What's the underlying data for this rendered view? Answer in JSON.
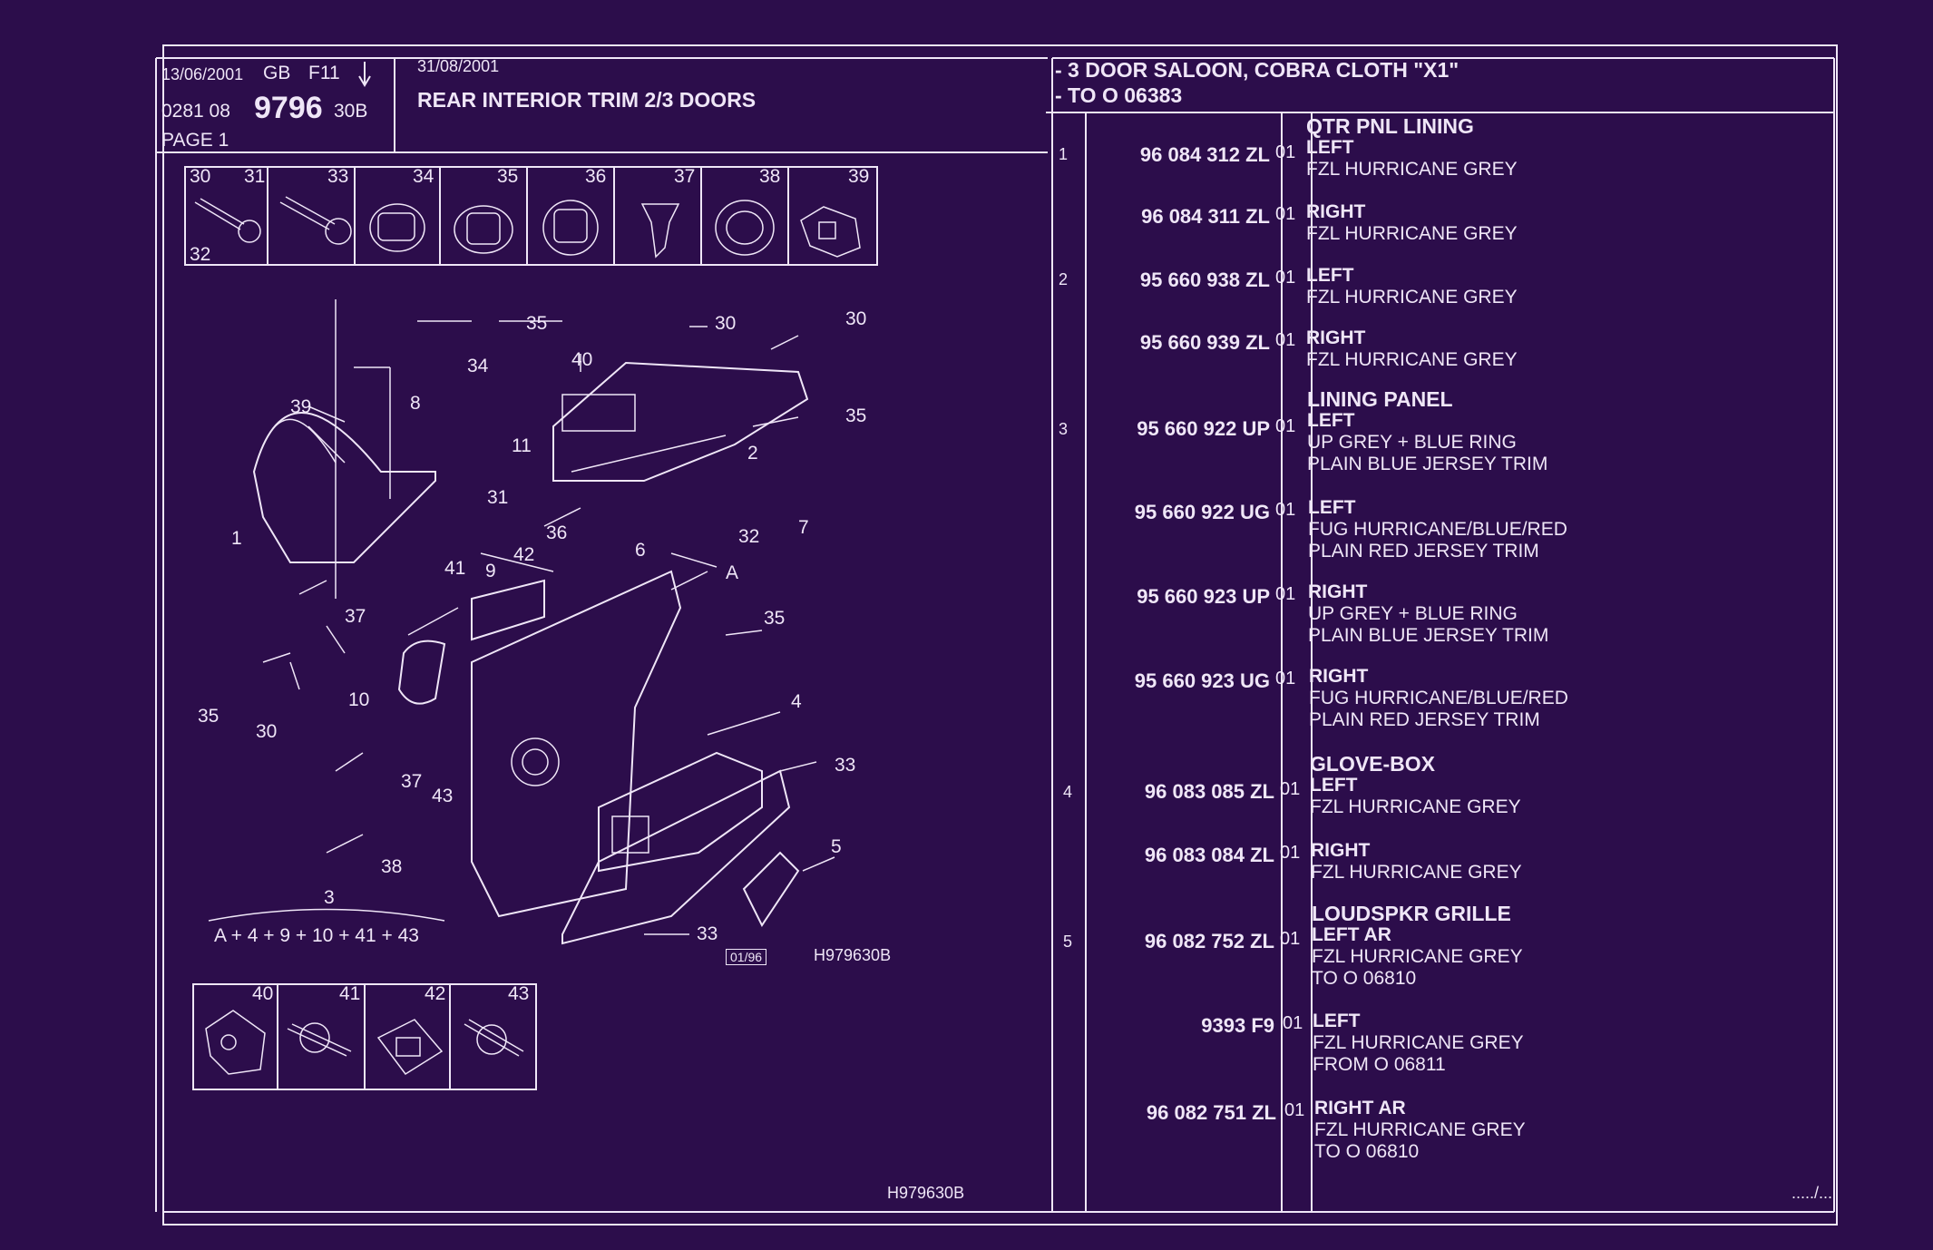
{
  "header": {
    "date1": "13/06/2001",
    "lang": "GB",
    "code": "F11",
    "arrow": "↓",
    "ref_prefix": "0281 08",
    "ref_main": "9796",
    "ref_suffix": "30B",
    "page": "PAGE  1",
    "date2": "31/08/2001",
    "title": "REAR INTERIOR TRIM 2/3 DOORS",
    "model_line1": "- 3 DOOR SALOON, COBRA CLOTH \"X1\"",
    "model_line2": "- TO  O   06383"
  },
  "fastener_top": {
    "items": [
      "30",
      "31",
      "33",
      "34",
      "35",
      "36",
      "37",
      "38",
      "39"
    ],
    "sub_label": "32"
  },
  "fastener_bottom": {
    "items": [
      "40",
      "41",
      "42",
      "43"
    ]
  },
  "diagram": {
    "labels": [
      "35",
      "30",
      "30",
      "40",
      "34",
      "8",
      "39",
      "11",
      "2",
      "35",
      "31",
      "36",
      "6",
      "32",
      "7",
      "1",
      "42",
      "9",
      "A",
      "41",
      "37",
      "35",
      "10",
      "4",
      "35",
      "30",
      "37",
      "43",
      "33",
      "5",
      "38",
      "33",
      "3"
    ],
    "formula": "A + 4 + 9 + 10 + 41 + 43",
    "stamp": "01/96",
    "ref": "H979630B",
    "footer_ref": "H979630B"
  },
  "parts": [
    {
      "idx": "1",
      "pn": "96 084 312 ZL",
      "qty": "01",
      "heading": "QTR PNL LINING",
      "side": "LEFT",
      "lines": [
        "FZL HURRICANE GREY"
      ]
    },
    {
      "idx": "",
      "pn": "96 084 311 ZL",
      "qty": "01",
      "heading": "",
      "side": "RIGHT",
      "lines": [
        "FZL HURRICANE GREY"
      ]
    },
    {
      "idx": "2",
      "pn": "95 660 938 ZL",
      "qty": "01",
      "heading": "",
      "side": "LEFT",
      "lines": [
        "FZL HURRICANE GREY"
      ]
    },
    {
      "idx": "",
      "pn": "95 660 939 ZL",
      "qty": "01",
      "heading": "",
      "side": "RIGHT",
      "lines": [
        "FZL HURRICANE GREY"
      ]
    },
    {
      "idx": "3",
      "pn": "95 660 922 UP",
      "qty": "01",
      "heading": "LINING PANEL",
      "side": "LEFT",
      "lines": [
        "UP GREY  +  BLUE RING",
        "PLAIN BLUE JERSEY TRIM"
      ]
    },
    {
      "idx": "",
      "pn": "95 660 922 UG",
      "qty": "01",
      "heading": "",
      "side": "LEFT",
      "lines": [
        "FUG HURRICANE/BLUE/RED",
        "PLAIN RED JERSEY TRIM"
      ]
    },
    {
      "idx": "",
      "pn": "95 660 923 UP",
      "qty": "01",
      "heading": "",
      "side": "RIGHT",
      "lines": [
        "UP GREY  +  BLUE RING",
        "PLAIN BLUE JERSEY TRIM"
      ]
    },
    {
      "idx": "",
      "pn": "95 660 923 UG",
      "qty": "01",
      "heading": "",
      "side": "RIGHT",
      "lines": [
        "FUG HURRICANE/BLUE/RED",
        "PLAIN RED JERSEY TRIM"
      ]
    },
    {
      "idx": "4",
      "pn": "96 083 085 ZL",
      "qty": "01",
      "heading": "GLOVE-BOX",
      "side": "LEFT",
      "lines": [
        "FZL HURRICANE GREY"
      ]
    },
    {
      "idx": "",
      "pn": "96 083 084 ZL",
      "qty": "01",
      "heading": "",
      "side": "RIGHT",
      "lines": [
        "FZL HURRICANE GREY"
      ]
    },
    {
      "idx": "5",
      "pn": "96 082 752 ZL",
      "qty": "01",
      "heading": "LOUDSPKR GRILLE",
      "side": "LEFT AR",
      "lines": [
        "FZL HURRICANE GREY",
        "TO  O  06810"
      ]
    },
    {
      "idx": "",
      "pn": "9393 F9",
      "qty": "01",
      "heading": "",
      "side": "LEFT",
      "lines": [
        "FZL HURRICANE GREY",
        "FROM  O  06811"
      ]
    },
    {
      "idx": "",
      "pn": "96 082 751 ZL",
      "qty": "01",
      "heading": "",
      "side": "RIGHT AR",
      "lines": [
        "FZL HURRICANE GREY",
        "TO  O  06810"
      ]
    }
  ],
  "continuation": "...../..."
}
